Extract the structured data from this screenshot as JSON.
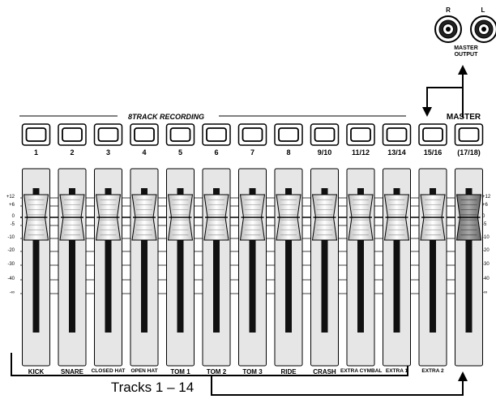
{
  "header": {
    "section_title": "8TRACK RECORDING",
    "master_title": "MASTER"
  },
  "master_output": {
    "jack_r": "R",
    "jack_l": "L",
    "label_line1": "MASTER",
    "label_line2": "OUTPUT"
  },
  "buttons": [
    "1",
    "2",
    "3",
    "4",
    "5",
    "6",
    "7",
    "8",
    "9/10",
    "11/12",
    "13/14",
    "15/16",
    "(17/18)"
  ],
  "faders": [
    "KICK",
    "SNARE",
    "CLOSED HAT",
    "OPEN HAT",
    "TOM 1",
    "TOM 2",
    "TOM 3",
    "RIDE",
    "CRASH",
    "EXTRA CYMBAL",
    "EXTRA 1",
    "EXTRA 2",
    ""
  ],
  "scale": [
    "+12",
    "+6",
    "0",
    "-5",
    "-10",
    "-20",
    "-30",
    "-40",
    "-∞"
  ],
  "footer": {
    "tracks_label": "Tracks 1 – 14"
  }
}
